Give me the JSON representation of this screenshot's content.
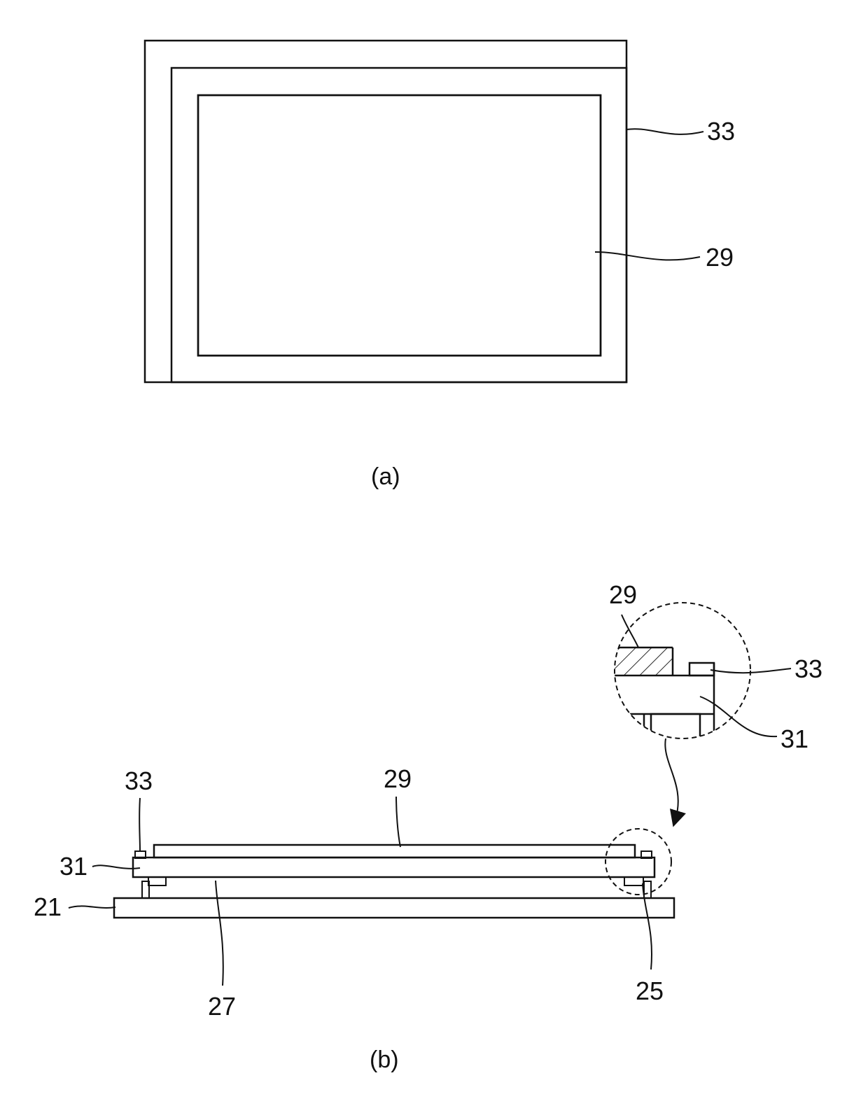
{
  "figure_a": {
    "caption": "(a)",
    "labels": {
      "layer_33": "33",
      "layer_29": "29"
    }
  },
  "figure_b": {
    "caption": "(b)",
    "labels": {
      "layer_29": "29",
      "layer_33": "33",
      "layer_31": "31",
      "layer_21": "21",
      "layer_27": "27",
      "layer_25": "25"
    },
    "detail_labels": {
      "layer_29": "29",
      "layer_33": "33",
      "layer_31": "31"
    }
  }
}
